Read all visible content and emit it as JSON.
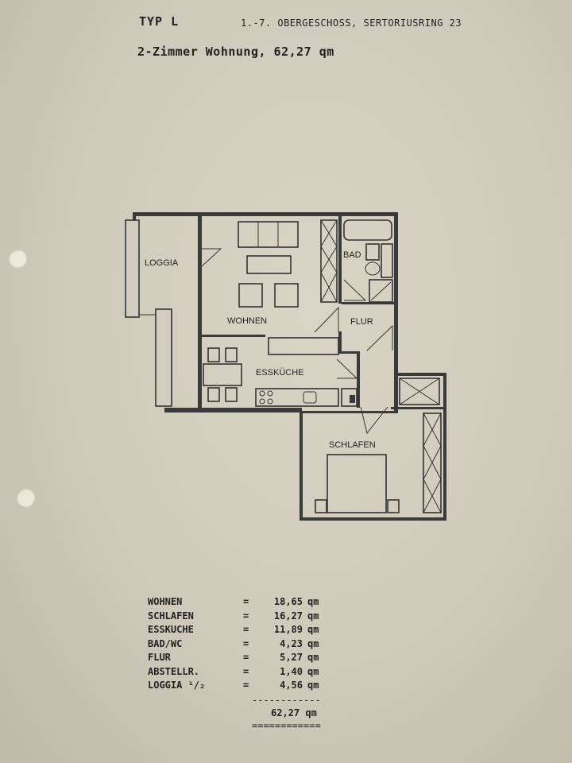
{
  "header": {
    "type_label": "TYP L",
    "floor_label": "1.-7. OBERGESCHOSS, SERTORIUSRING 23",
    "subtitle": "2-Zimmer Wohnung, 62,27 qm"
  },
  "rooms": {
    "loggia": "LOGGIA",
    "wohnen": "WOHNEN",
    "bad": "BAD",
    "flur": "FLUR",
    "esskueche": "ESSKÜCHE",
    "schlafen": "SCHLAFEN"
  },
  "areas": [
    {
      "name": "WOHNEN",
      "eq": "=",
      "value": "18,65",
      "unit": "qm"
    },
    {
      "name": "SCHLAFEN",
      "eq": "=",
      "value": "16,27",
      "unit": "qm"
    },
    {
      "name": "ESSKUCHE",
      "eq": "=",
      "value": "11,89",
      "unit": "qm"
    },
    {
      "name": "BAD/WC",
      "eq": "=",
      "value": "4,23",
      "unit": "qm"
    },
    {
      "name": "FLUR",
      "eq": "=",
      "value": "5,27",
      "unit": "qm"
    },
    {
      "name": "ABSTELLR.",
      "eq": "=",
      "value": "1,40",
      "unit": "qm"
    },
    {
      "name": "LOGGIA ¹/₂",
      "eq": "=",
      "value": "4,56",
      "unit": "qm"
    }
  ],
  "separator_single": "------------",
  "total": "62,27 qm",
  "separator_double": "============"
}
